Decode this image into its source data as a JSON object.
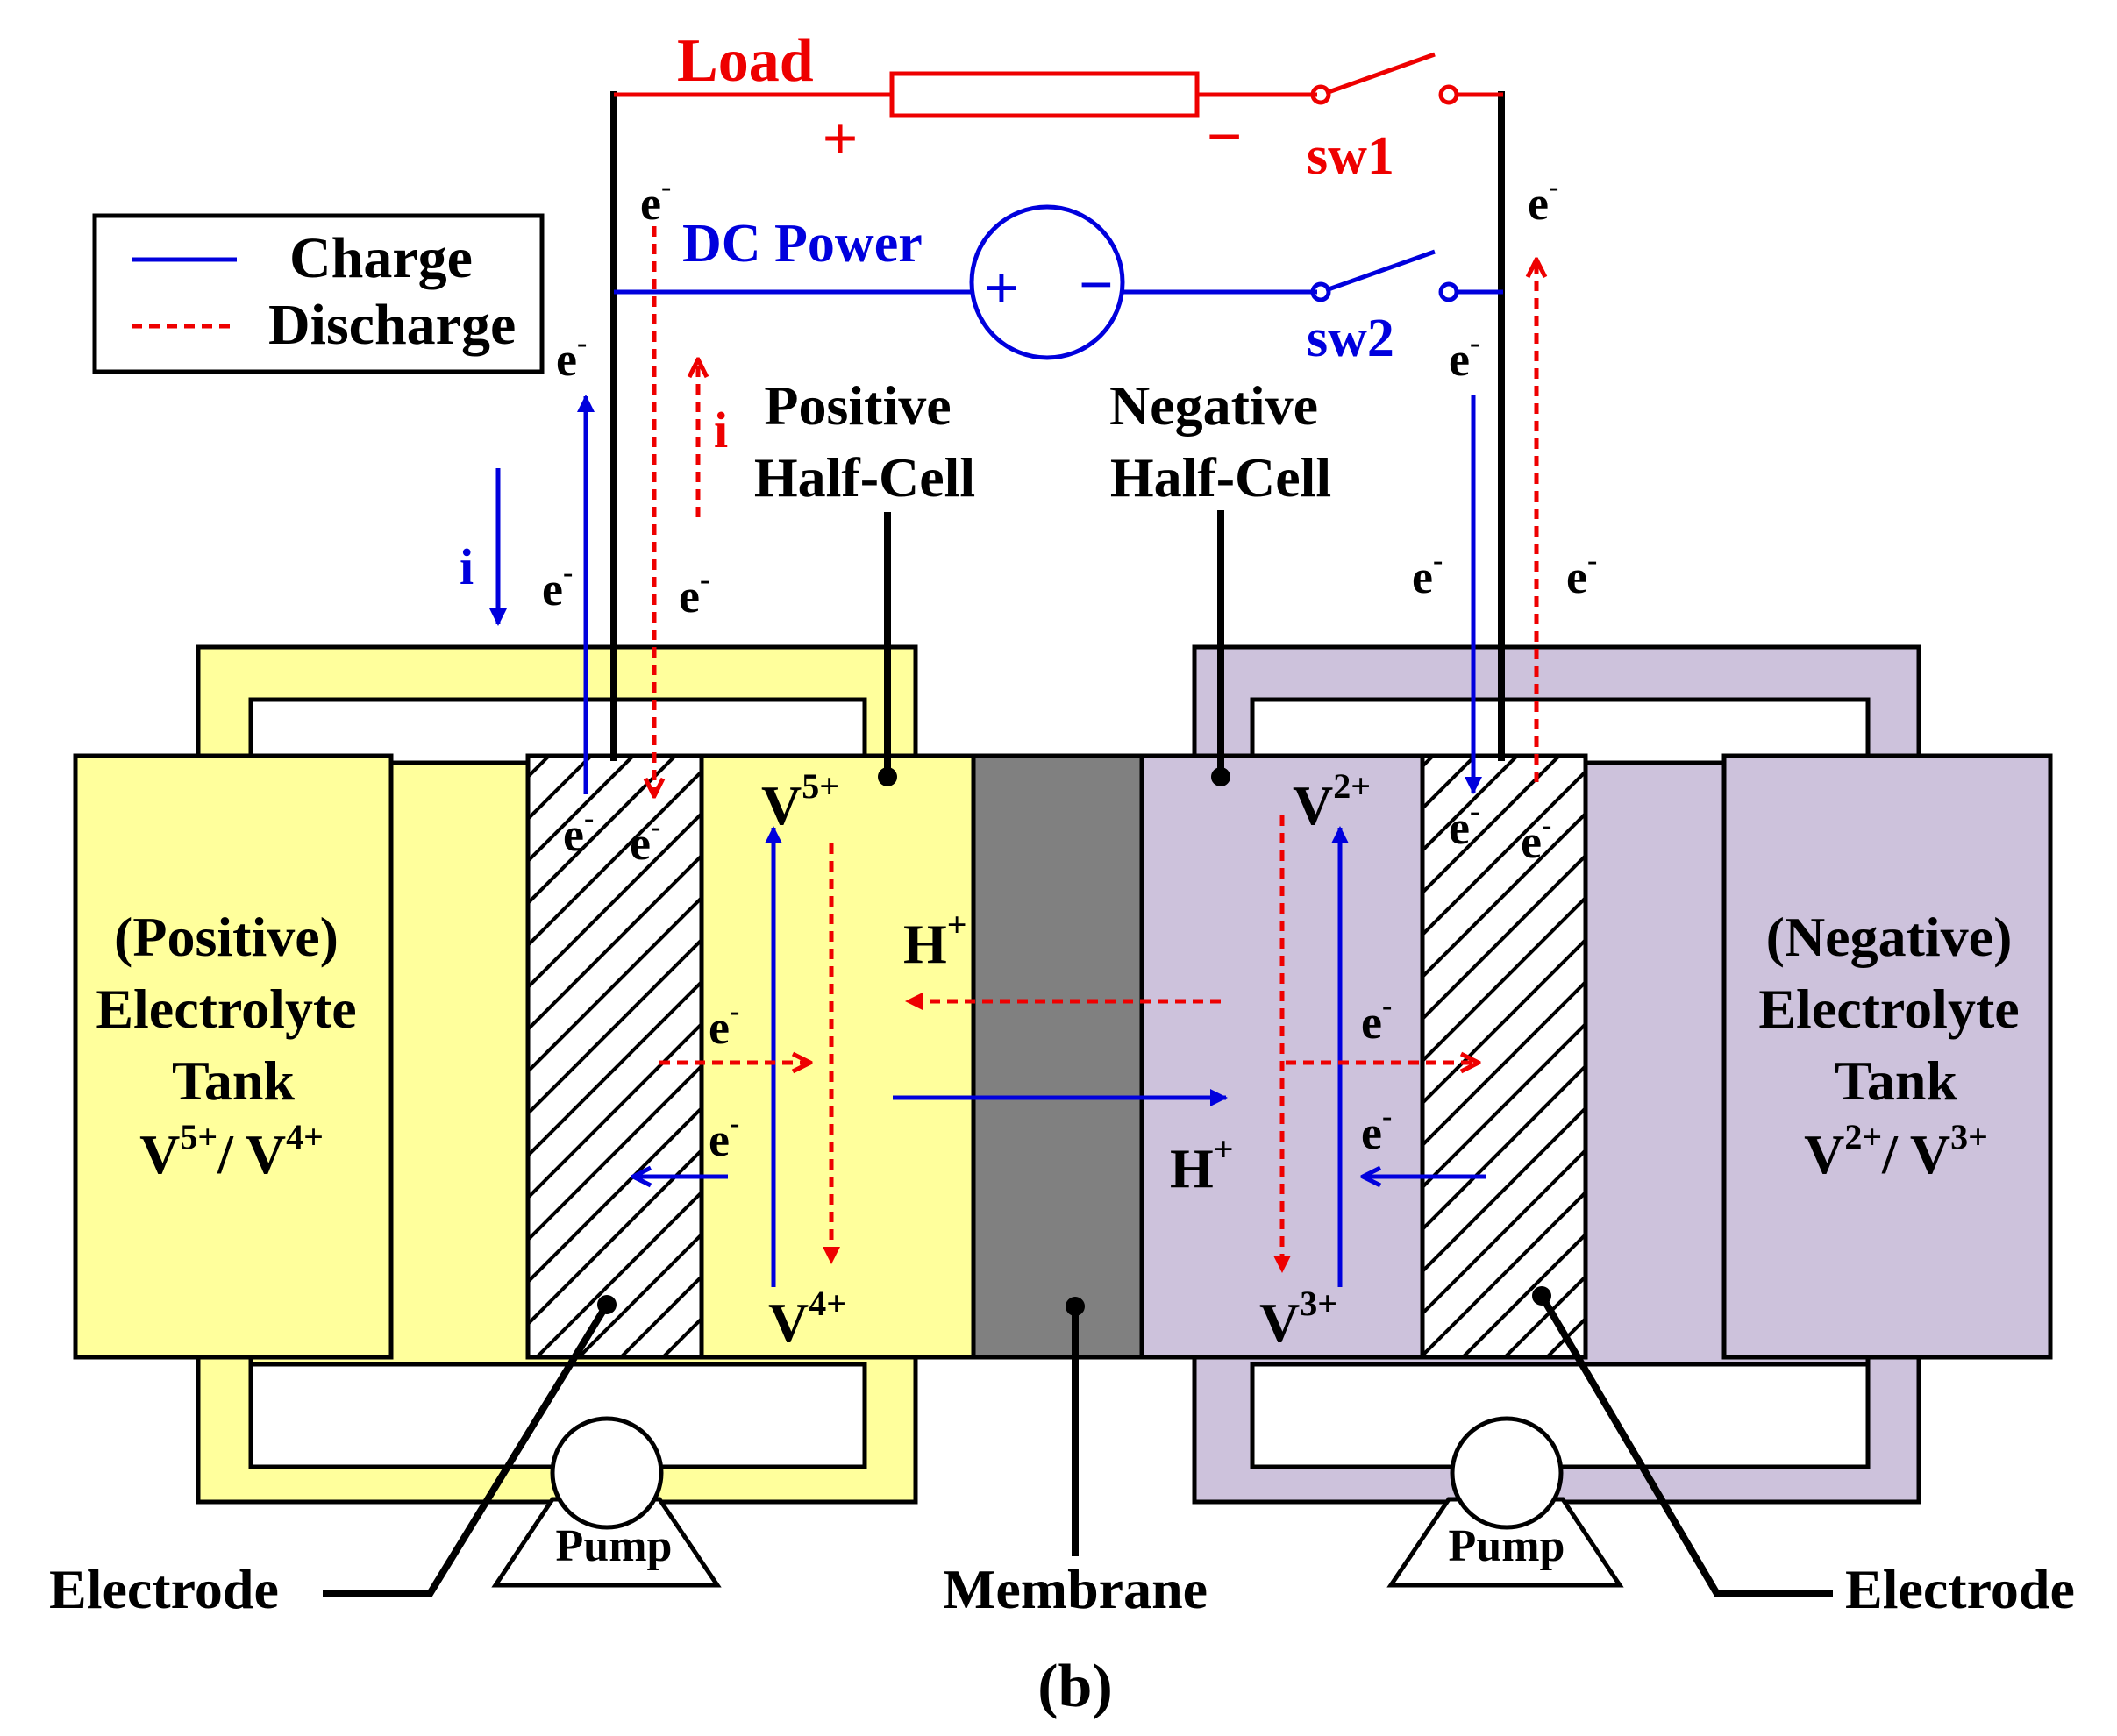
{
  "colors": {
    "charge": "#0000dd",
    "discharge": "#ee0000",
    "positive_fill": "#ffff9c",
    "negative_fill": "#cdc2dc",
    "membrane_fill": "#808080",
    "ink": "#000000"
  },
  "legend": {
    "charge": "Charge",
    "discharge": "Discharge"
  },
  "circuit": {
    "load": "Load",
    "load_plus": "+",
    "load_minus": "−",
    "sw1": "sw1",
    "dc_power": "DC Power",
    "dc_plus": "+",
    "dc_minus": "−",
    "sw2": "sw2"
  },
  "electron": {
    "base": "e",
    "sup": "-"
  },
  "current": "i",
  "half_cells": {
    "positive": [
      "Positive",
      "Half-Cell"
    ],
    "negative": [
      "Negative",
      "Half-Cell"
    ]
  },
  "positive_tank": [
    "(Positive)",
    "Electrolyte",
    "Tank"
  ],
  "negative_tank": [
    "(Negative)",
    "Electrolyte",
    "Tank"
  ],
  "ions": {
    "V": "V",
    "v5": "5+",
    "v4": "4+",
    "v2": "2+",
    "v3": "3+",
    "H": "H",
    "hplus": "+",
    "slash": "/"
  },
  "labels": {
    "pump": "Pump",
    "electrode": "Electrode",
    "membrane": "Membrane",
    "caption": "(b)"
  }
}
